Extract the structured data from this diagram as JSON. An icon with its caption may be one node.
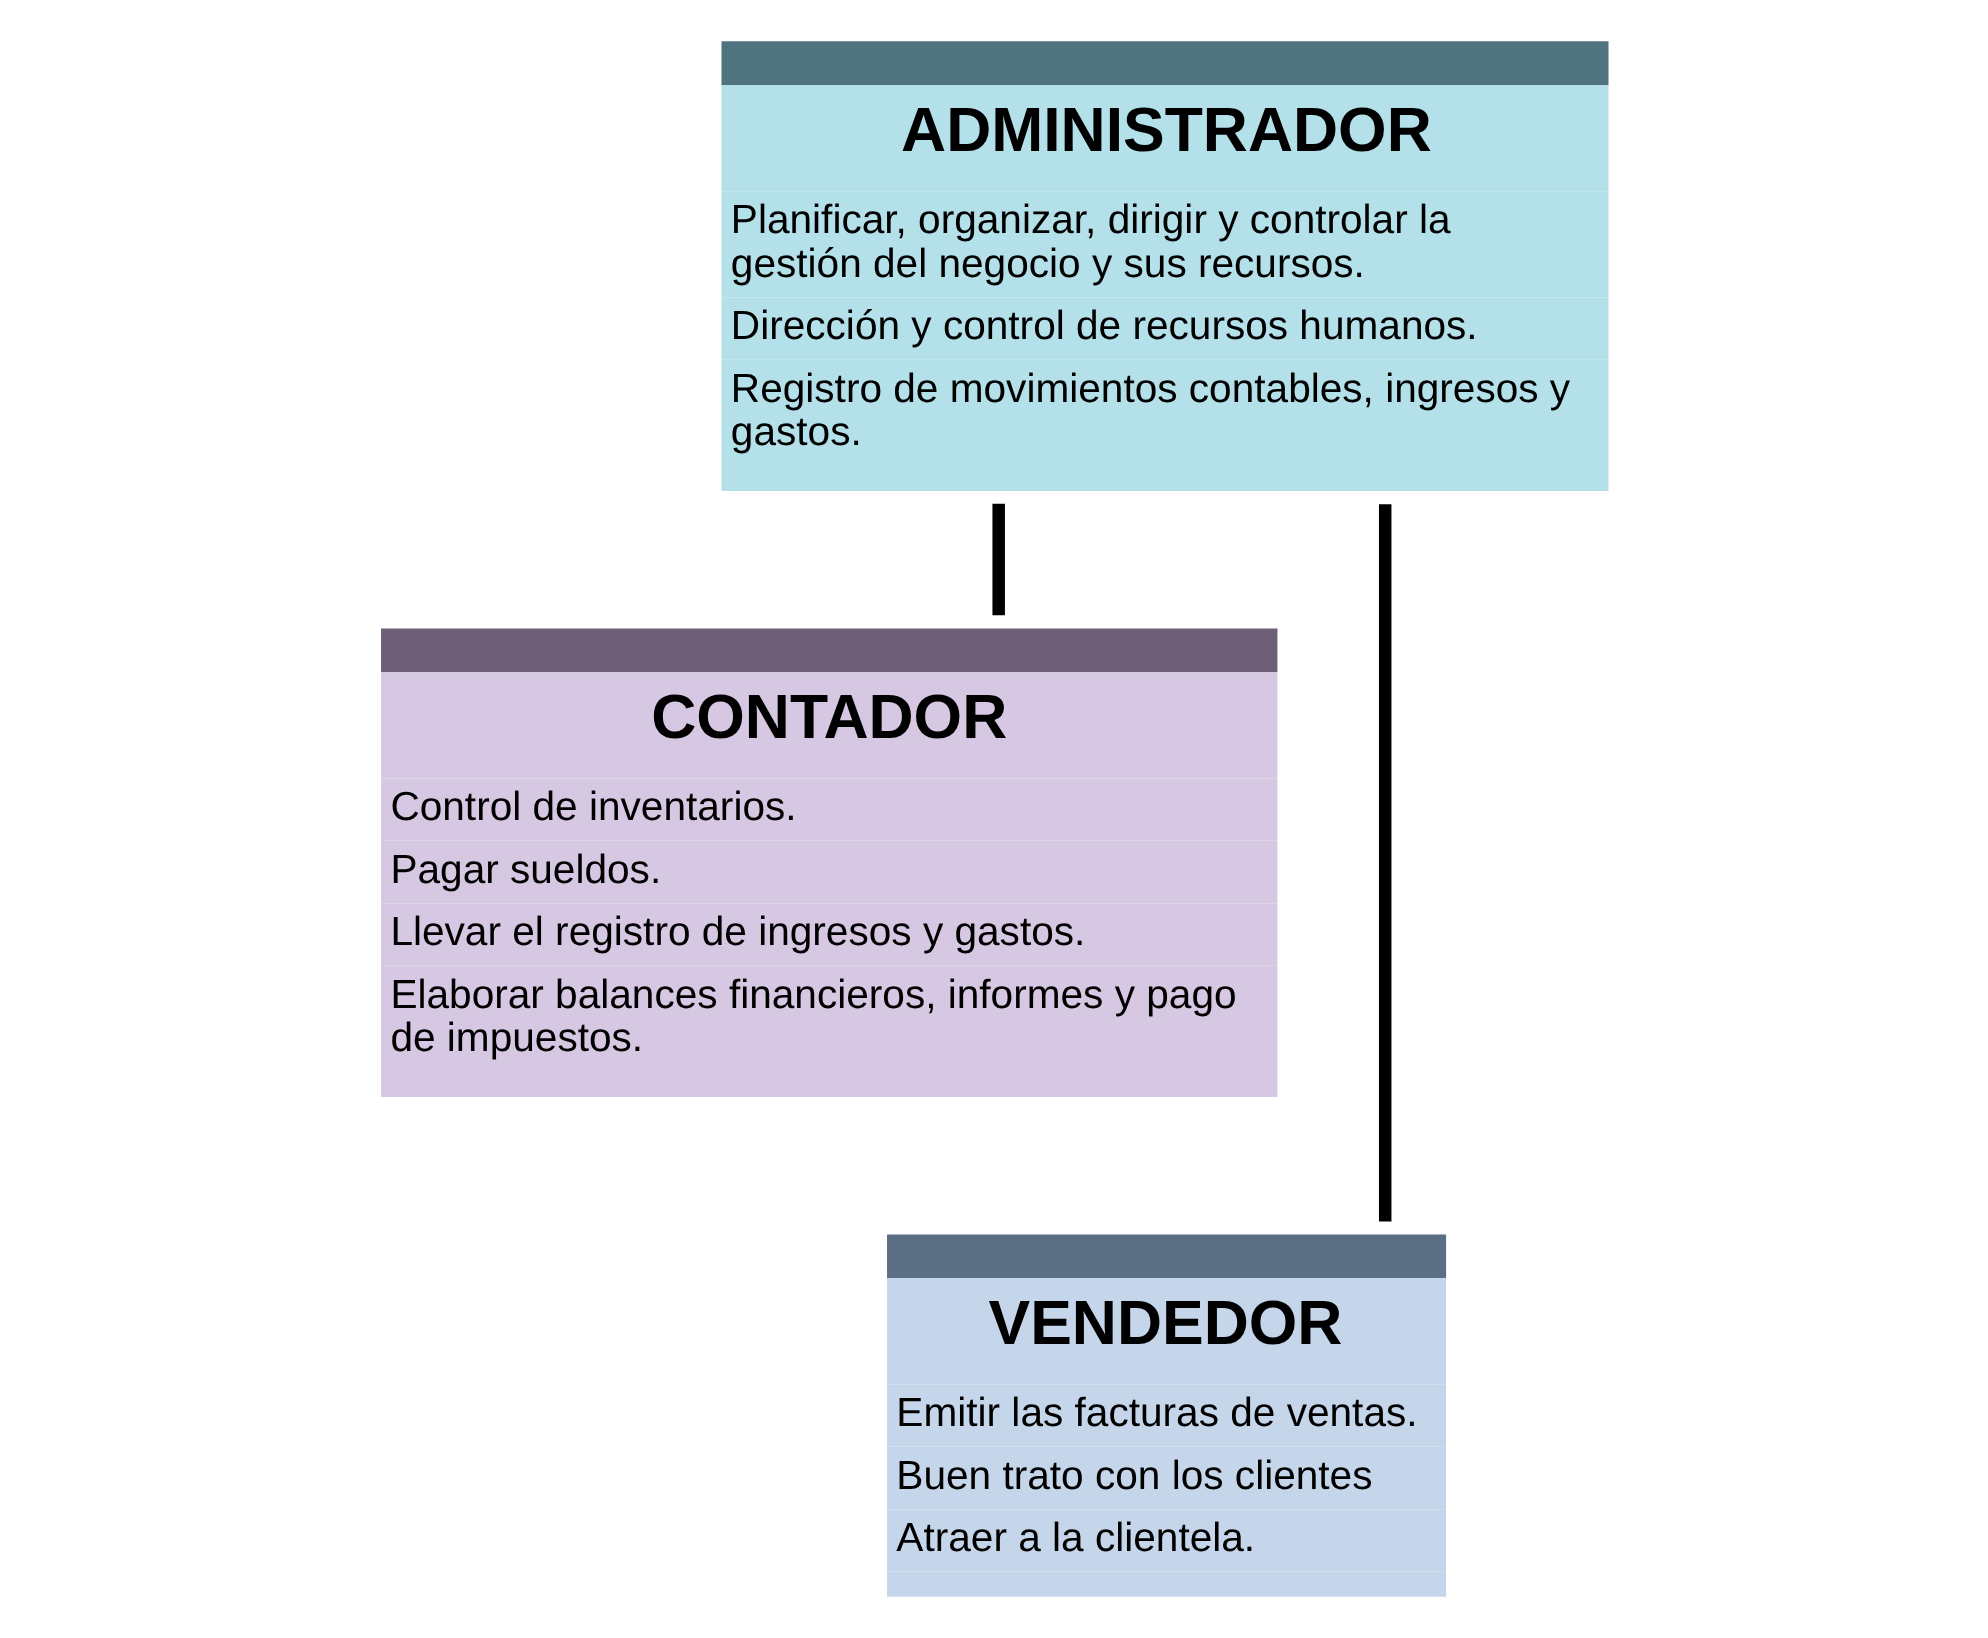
{
  "diagram": {
    "nodes": [
      {
        "text": [
          "ADMINISTRADOR",
          "Planificar, organizar, dirigir y controlar la gestión del negocio y sus recursos.",
          "Dirección y control de recursos humanos.",
          "Registro de movimientos contables, ingresos y gastos."
        ]
      },
      {
        "text": [
          "CONTADOR",
          "Control de inventarios.",
          "Pagar sueldos.",
          "Llevar el registro de ingresos y gastos.",
          "Elaborar balances financieros, informes y pago de impuestos."
        ]
      },
      {
        "text": [
          "VENDEDOR",
          "Emitir las facturas de ventas.",
          "Buen trato con los clientes",
          "Atraer a la clientela."
        ]
      }
    ],
    "edges": [
      {
        "from": 0,
        "to": 1,
        "arrow": "none"
      },
      {
        "from": 0,
        "to": 2,
        "arrow": "none"
      }
    ]
  }
}
